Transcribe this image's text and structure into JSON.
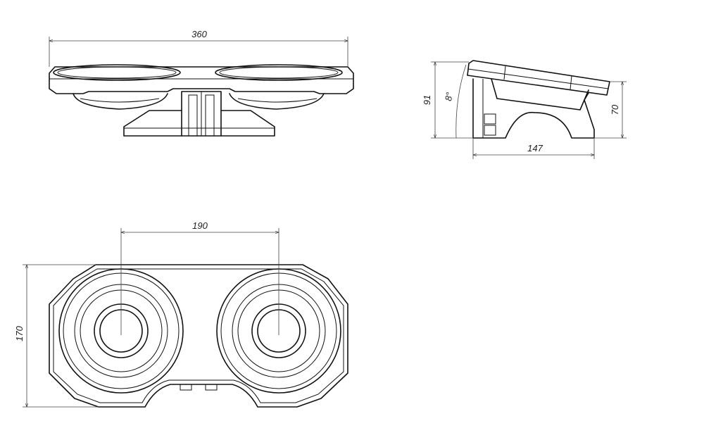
{
  "colors": {
    "line": "#111111",
    "dimension": "#444444",
    "background": "#ffffff"
  },
  "dimensions": {
    "front_width": "360",
    "side_height_total": "91",
    "tilt_angle": "8°",
    "side_height_low": "70",
    "side_depth": "147",
    "bowl_spacing": "190",
    "top_depth": "170"
  }
}
